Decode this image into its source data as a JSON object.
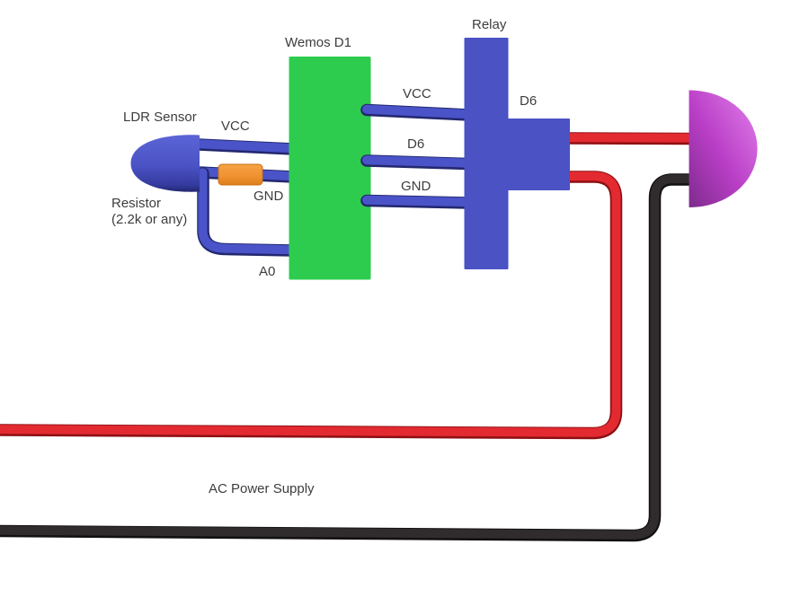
{
  "diagram": {
    "labels": {
      "ldr_sensor": "LDR Sensor",
      "vcc_ldr": "VCC",
      "resistor_line1": "Resistor",
      "resistor_line2": "(2.2k or any)",
      "gnd_ldr": "GND",
      "a0": "A0",
      "wemos": "Wemos D1",
      "vcc_relay": "VCC",
      "d6_wire": "D6",
      "gnd_wire": "GND",
      "relay": "Relay",
      "d6_out": "D6",
      "ac_power": "AC Power Supply"
    },
    "colors": {
      "wire_blue": "#4a54c8",
      "wire_blue_dark": "#23286f",
      "board_green": "#2ecc4e",
      "relay_blue": "#4a52c4",
      "resistor_orange": "#ef9130",
      "bulb_magenta": "#b93ec6",
      "wire_red": "#e32a31",
      "wire_red_dark": "#8e1014",
      "wire_black": "#302c2d",
      "wire_black_dark": "#121011",
      "text": "#3d3d3d"
    }
  }
}
